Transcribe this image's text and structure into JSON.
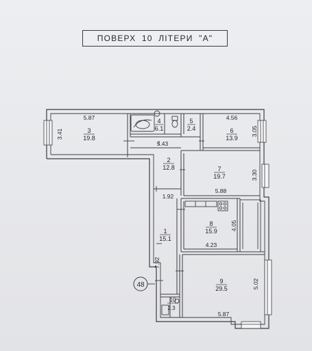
{
  "header": {
    "title": "ПОВЕРХ  10  ЛІТЕРИ  \"А\""
  },
  "apartment": {
    "number": "48"
  },
  "rooms": [
    {
      "id": "room-1",
      "number": "1",
      "area": "15.1"
    },
    {
      "id": "room-2",
      "number": "2",
      "area": "12.8"
    },
    {
      "id": "room-3",
      "number": "3",
      "area": "19.8"
    },
    {
      "id": "room-4",
      "number": "4",
      "area": "6.1"
    },
    {
      "id": "room-5",
      "number": "5",
      "area": "2.4"
    },
    {
      "id": "room-6",
      "number": "6",
      "area": "13.9"
    },
    {
      "id": "room-7",
      "number": "7",
      "area": "19.7"
    },
    {
      "id": "room-8",
      "number": "8",
      "area": "15.9"
    },
    {
      "id": "room-9",
      "number": "9",
      "area": "29.5"
    },
    {
      "id": "room-10",
      "number": "10",
      "area": "2.3"
    }
  ],
  "dimensions": [
    {
      "id": "dim-room3-width",
      "value": "5.87"
    },
    {
      "id": "dim-room3-depth",
      "value": "3.41"
    },
    {
      "id": "dim-corridor4",
      "value": "5.43"
    },
    {
      "id": "dim-room6-width",
      "value": "4.56"
    },
    {
      "id": "dim-room6-depth",
      "value": "3.05"
    },
    {
      "id": "dim-room7-depth",
      "value": "3.30"
    },
    {
      "id": "dim-room7-width",
      "value": "5.88"
    },
    {
      "id": "dim-hall-width",
      "value": "1.92"
    },
    {
      "id": "dim-room8-depth",
      "value": "4.05"
    },
    {
      "id": "dim-room8-width",
      "value": "4.23"
    },
    {
      "id": "dim-hall-length",
      "value": "7.92"
    },
    {
      "id": "dim-room9-depth",
      "value": "5.02"
    },
    {
      "id": "dim-room9-width",
      "value": "5.87"
    }
  ]
}
